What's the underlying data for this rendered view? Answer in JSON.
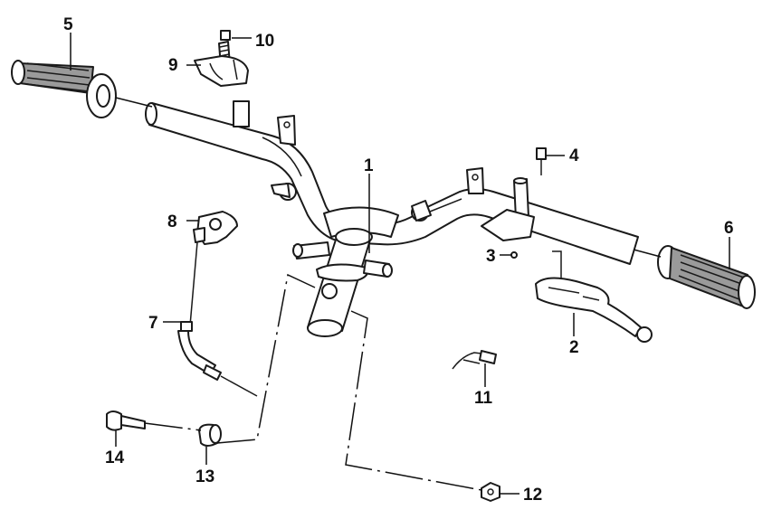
{
  "callouts": {
    "p1": "1",
    "p2": "2",
    "p3": "3",
    "p4": "4",
    "p5": "5",
    "p6": "6",
    "p7": "7",
    "p8": "8",
    "p9": "9",
    "p10": "10",
    "p11": "11",
    "p12": "12",
    "p13": "13",
    "p14": "14"
  },
  "colors": {
    "ink": "#1a1a1a",
    "grip_fill": "#9a9a9a",
    "background": "#ffffff"
  }
}
